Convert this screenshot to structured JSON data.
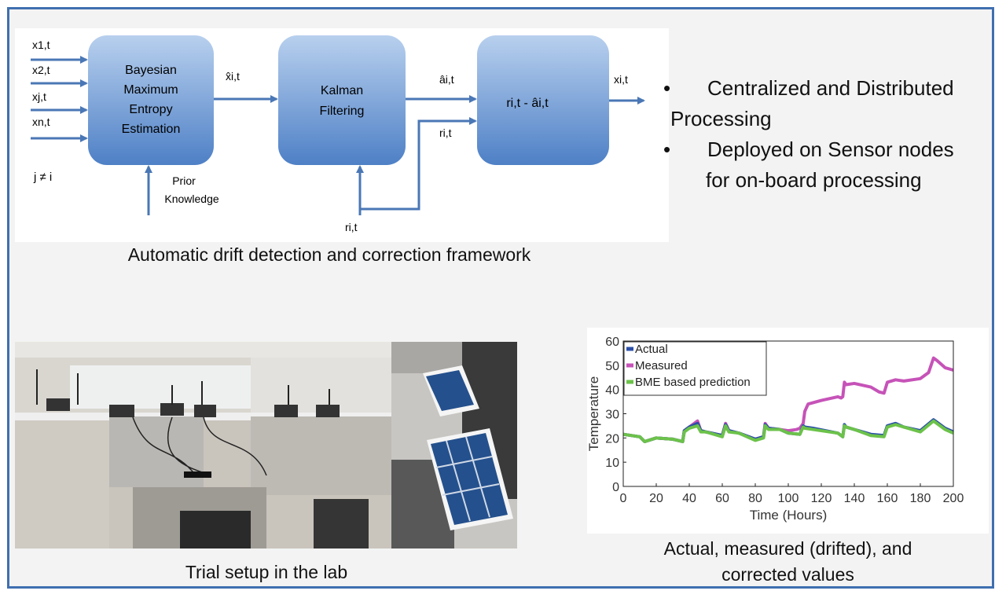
{
  "diagram": {
    "inputs": [
      "x1,t",
      "x2,t",
      "xj,t",
      "xn,t"
    ],
    "constraint": "j ≠ i",
    "box1_lines": [
      "Bayesian",
      "Maximum",
      "Entropy",
      "Estimation"
    ],
    "prior_lines": [
      "Prior",
      "Knowledge"
    ],
    "xhat": "x̂i,t",
    "box2_lines": [
      "Kalman",
      "Filtering"
    ],
    "dhat": "âi,t",
    "r_mid": "ri,t",
    "r_bottom": "ri,t",
    "box3_label": "ri,t - âi,t",
    "output": "xi,t"
  },
  "captions": {
    "framework": "Automatic drift detection and correction framework",
    "lab": "Trial setup in the lab",
    "chart_line1": "Actual, measured (drifted), and",
    "chart_line2": "corrected values"
  },
  "bullets": [
    {
      "line1": "Centralized and Distributed",
      "line2": "Processing"
    },
    {
      "line1": "Deployed on Sensor nodes",
      "line2": "for on-board processing"
    }
  ],
  "colors": {
    "frame": "#3f6fb0",
    "actual": "#2b4fa8",
    "measured": "#c653b8",
    "prediction": "#6cc24a"
  },
  "chart_data": {
    "type": "line",
    "xlabel": "Time (Hours)",
    "ylabel": "Temperature",
    "xlim": [
      0,
      200
    ],
    "ylim": [
      0,
      60
    ],
    "xticks": [
      0,
      20,
      40,
      60,
      80,
      100,
      120,
      140,
      160,
      180,
      200
    ],
    "yticks": [
      0,
      10,
      20,
      30,
      40,
      50,
      60
    ],
    "legend_position": "top-left",
    "series": [
      {
        "name": "Actual",
        "color": "#2b4fa8",
        "x": [
          0,
          10,
          13,
          20,
          30,
          36,
          37,
          40,
          45,
          47,
          50,
          60,
          62,
          64,
          70,
          80,
          85,
          86,
          88,
          95,
          100,
          107,
          109,
          110,
          115,
          130,
          133,
          134,
          135,
          140,
          150,
          158,
          160,
          165,
          170,
          180,
          188,
          190,
          195,
          200
        ],
        "y": [
          21.5,
          20.5,
          18.5,
          20,
          19.5,
          18.5,
          23,
          24.5,
          26,
          23,
          22.5,
          21,
          25.5,
          23,
          22,
          19.5,
          20.5,
          25.5,
          24,
          23.5,
          22,
          21.5,
          25,
          24.5,
          24,
          22,
          20.5,
          25.5,
          24.5,
          23.5,
          21.5,
          21,
          25,
          26,
          24.5,
          23,
          27.5,
          26.5,
          24,
          22.5
        ]
      },
      {
        "name": "Measured",
        "color": "#c653b8",
        "x": [
          0,
          10,
          13,
          20,
          30,
          36,
          37,
          40,
          45,
          47,
          50,
          60,
          62,
          64,
          70,
          80,
          85,
          86,
          88,
          95,
          100,
          105,
          107,
          109,
          110,
          112,
          120,
          130,
          132,
          133,
          134,
          135,
          140,
          150,
          155,
          158,
          160,
          165,
          170,
          180,
          185,
          188,
          190,
          195,
          200
        ],
        "y": [
          21.5,
          20.5,
          18.5,
          20,
          19.5,
          18.5,
          23,
          24.5,
          27,
          23,
          22.5,
          21,
          26,
          23,
          22,
          19.5,
          20.5,
          26,
          24,
          23.5,
          23,
          23.5,
          24,
          26,
          31,
          34,
          35.5,
          37,
          36.5,
          37,
          43,
          42,
          42.5,
          41,
          39,
          38.5,
          43,
          44,
          43.5,
          44.5,
          47,
          53,
          52,
          49,
          48
        ]
      },
      {
        "name": "BME based prediction",
        "color": "#6cc24a",
        "x": [
          0,
          10,
          13,
          20,
          30,
          36,
          37,
          40,
          45,
          47,
          50,
          60,
          62,
          64,
          70,
          80,
          85,
          86,
          88,
          95,
          100,
          107,
          109,
          110,
          115,
          130,
          133,
          134,
          135,
          140,
          150,
          158,
          160,
          165,
          170,
          180,
          188,
          190,
          195,
          200
        ],
        "y": [
          21.5,
          20.5,
          18.5,
          20,
          19.5,
          18.5,
          22.5,
          24,
          25,
          22.5,
          22.5,
          20.5,
          25,
          22.5,
          22,
          19,
          20,
          25,
          23.5,
          23.5,
          22,
          21.5,
          24.5,
          24,
          23.5,
          22,
          20.5,
          25,
          24.5,
          23.5,
          21,
          20.5,
          24.5,
          25.5,
          24.5,
          22.5,
          27,
          26,
          23.5,
          22
        ]
      }
    ]
  }
}
